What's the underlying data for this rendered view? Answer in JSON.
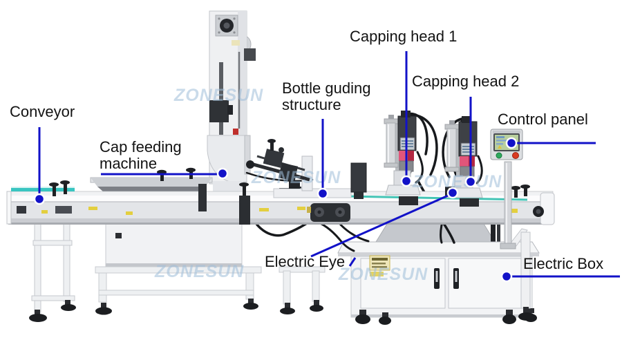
{
  "diagram": {
    "watermark": {
      "text": "ZONESUN",
      "color_hex": "#9ebed8"
    },
    "annotation": {
      "line_color_hex": "#1212c8",
      "text_color_hex": "#131313"
    },
    "labels": {
      "conveyor": "Conveyor",
      "cap_feeding_machine": "Cap feeding machine",
      "bottle_guiding_structure": "Bottle guding structure",
      "capping_head_1": "Capping head 1",
      "capping_head_2": "Capping head 2",
      "control_panel": "Control panel",
      "electric_eye": "Electric Eye",
      "electric_box": "Electric Box"
    }
  }
}
